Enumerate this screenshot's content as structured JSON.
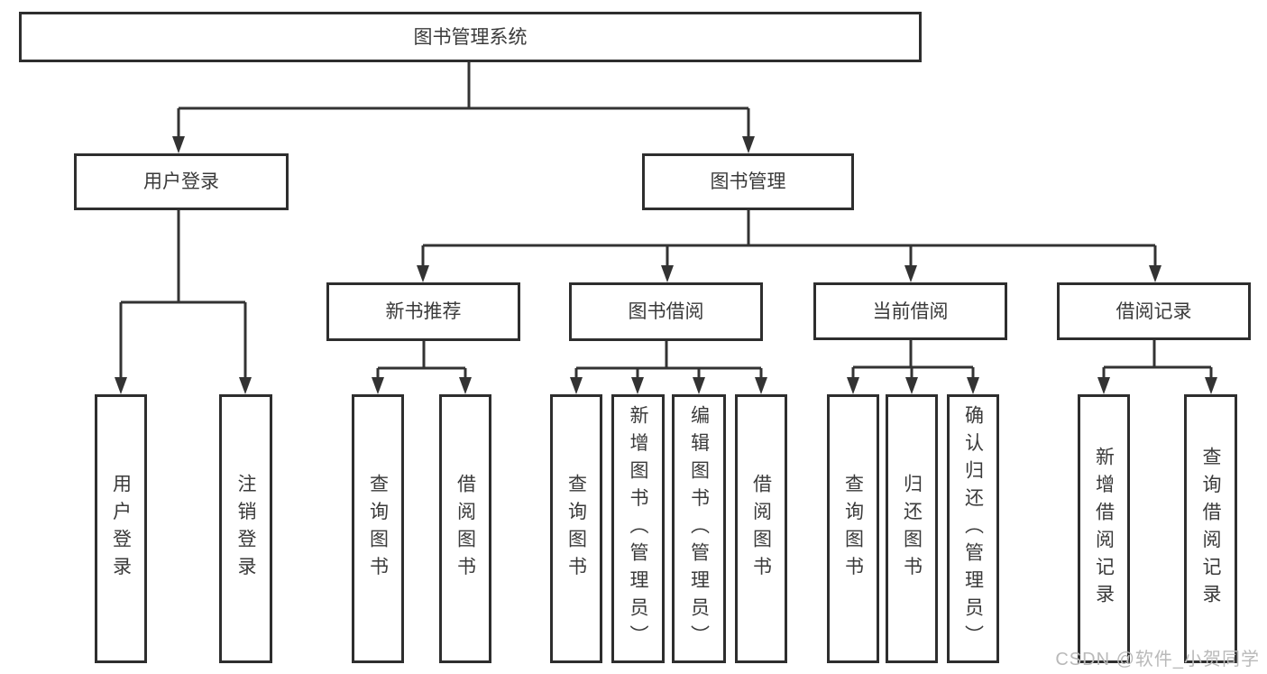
{
  "colors": {
    "line": "#333333",
    "box_border": "#2e2e2e",
    "text": "#3a3a3a",
    "watermark": "#b9b9b9",
    "background": "#ffffff"
  },
  "tree": {
    "root": "图书管理系统",
    "branches": [
      {
        "label": "用户登录",
        "children": [
          "用户登录",
          "注销登录"
        ]
      },
      {
        "label": "图书管理",
        "groups": [
          {
            "label": "新书推荐",
            "children": [
              "查询图书",
              "借阅图书"
            ]
          },
          {
            "label": "图书借阅",
            "children": [
              "查询图书",
              "新增图书（管理员）",
              "编辑图书（管理员）",
              "借阅图书"
            ]
          },
          {
            "label": "当前借阅",
            "children": [
              "查询图书",
              "归还图书",
              "确认归还（管理员）"
            ]
          },
          {
            "label": "借阅记录",
            "children": [
              "新增借阅记录",
              "查询借阅记录"
            ]
          }
        ]
      }
    ]
  },
  "watermark": "CSDN @软件_小贺同学"
}
